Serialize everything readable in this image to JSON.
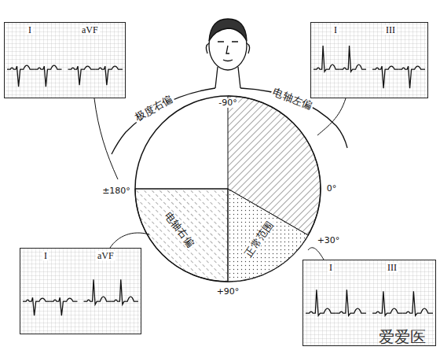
{
  "diagram": {
    "nodes": [
      {
        "text": [
          "I",
          "aVF"
        ]
      },
      {
        "text": [
          "I",
          "III"
        ]
      },
      {
        "text": [
          "I",
          "aVF"
        ]
      },
      {
        "text": [
          "I",
          "III"
        ]
      }
    ],
    "labels": [
      "-90°",
      "极度右偏",
      "电轴左偏",
      "±180°",
      "0°",
      "电轴右偏",
      "正常范围",
      "+30°",
      "+90°",
      "爱爱医"
    ]
  }
}
